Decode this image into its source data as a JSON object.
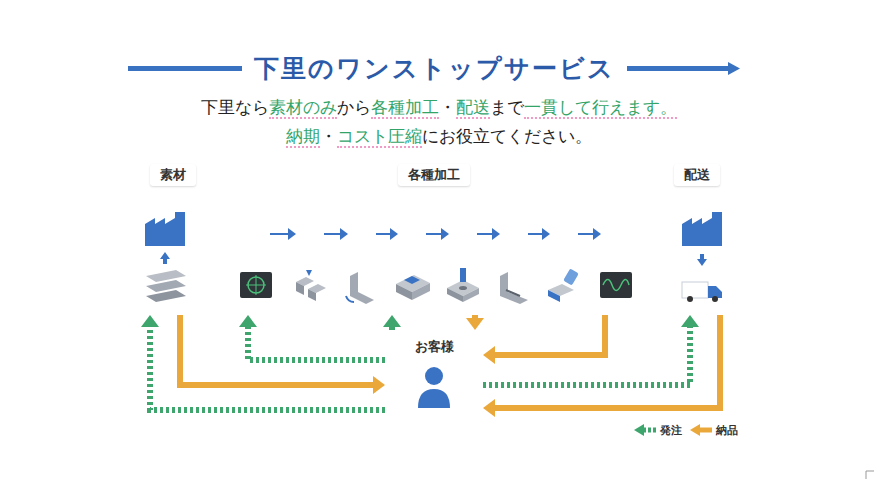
{
  "diagram": {
    "title": "下里のワンストップサービス",
    "nodes": [
      {
        "text": [
          "素材"
        ]
      },
      {
        "text": [
          "各種加工"
        ]
      },
      {
        "text": [
          "CAD"
        ],
        "in": 1
      },
      {
        "text": [
          "切断"
        ],
        "in": 1
      },
      {
        "text": [
          "曲げ"
        ],
        "in": 1
      },
      {
        "text": [
          "開先"
        ],
        "in": 1
      },
      {
        "text": [
          "機械加工"
        ],
        "in": 1
      },
      {
        "text": [
          "溶接"
        ],
        "in": 1
      },
      {
        "text": [
          "塗装"
        ],
        "in": 1
      },
      {
        "text": [
          "計測"
        ],
        "in": 1
      },
      {
        "text": [
          "配送"
        ]
      },
      {
        "text": [
          "お客様"
        ]
      }
    ],
    "edges": [
      {
        "from": 11,
        "to": 0,
        "arrow": "to"
      },
      {
        "from": 0,
        "to": 11,
        "arrow": "to"
      },
      {
        "from": 11,
        "to": 1,
        "arrow": "to"
      },
      {
        "from": 11,
        "to": 1,
        "arrow": "to"
      },
      {
        "from": 1,
        "to": 11,
        "arrow": "to"
      },
      {
        "from": 1,
        "to": 11,
        "arrow": "to"
      },
      {
        "from": 11,
        "to": 10,
        "arrow": "to"
      },
      {
        "from": 10,
        "to": 11,
        "arrow": "to"
      },
      {
        "from": 2,
        "to": 3,
        "arrow": "to"
      },
      {
        "from": 3,
        "to": 4,
        "arrow": "to"
      },
      {
        "from": 4,
        "to": 5,
        "arrow": "to"
      },
      {
        "from": 5,
        "to": 6,
        "arrow": "to"
      },
      {
        "from": 6,
        "to": 7,
        "arrow": "to"
      },
      {
        "from": 7,
        "to": 8,
        "arrow": "to"
      },
      {
        "from": 8,
        "to": 9,
        "arrow": "to"
      }
    ],
    "labels": [
      "下里なら",
      "素材のみ",
      "から",
      "各種加工",
      "・",
      "配送",
      "まで",
      "一貫して行えます。",
      "納期",
      "・",
      "コスト圧縮",
      "にお役立てください。"
    ],
    "legend": [
      {
        "text": "発注"
      },
      {
        "text": "納品"
      }
    ]
  }
}
